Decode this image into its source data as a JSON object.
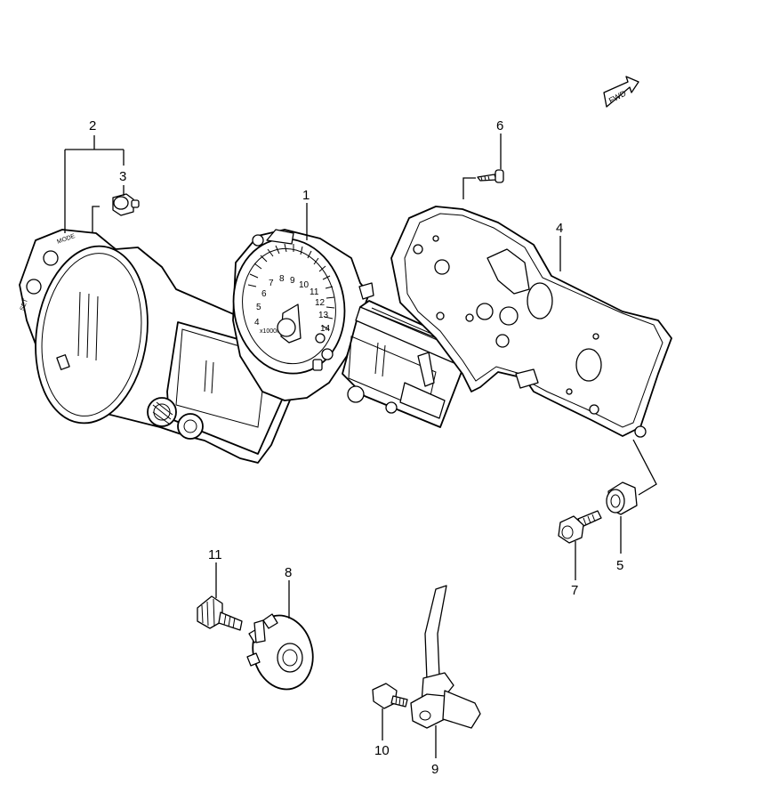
{
  "diagram": {
    "fwd_label": "FWD",
    "callouts": {
      "c1": "1",
      "c2": "2",
      "c3": "3",
      "c4": "4",
      "c5": "5",
      "c6": "6",
      "c7": "7",
      "c8": "8",
      "c9": "9",
      "c10": "10",
      "c11": "11"
    },
    "dial_numbers": [
      "4",
      "5",
      "6",
      "7",
      "8",
      "9",
      "10",
      "11",
      "12",
      "13",
      "14"
    ],
    "dial_unit": "x1000r/min"
  }
}
